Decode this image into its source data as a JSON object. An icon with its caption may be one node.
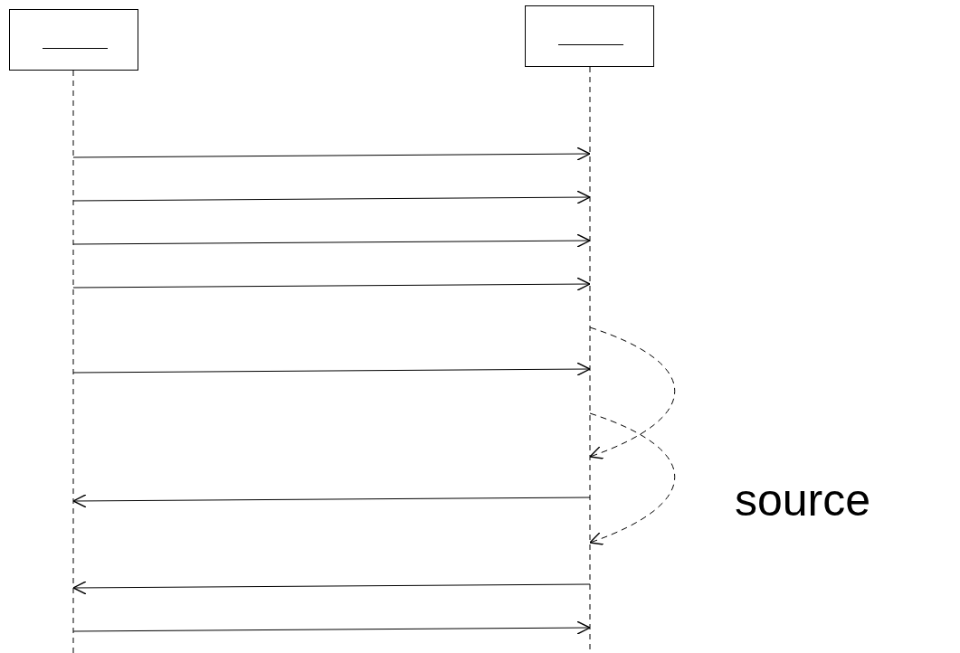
{
  "diagram": {
    "nodes": [
      {
        "text": [],
        "shape": "box"
      },
      {
        "text": [],
        "shape": "box"
      }
    ],
    "edges": [
      {
        "from": 0,
        "to": 1,
        "arrow": "to"
      },
      {
        "from": 0,
        "to": 1,
        "arrow": "to"
      },
      {
        "from": 0,
        "to": 1,
        "arrow": "to"
      },
      {
        "from": 0,
        "to": 1,
        "arrow": "to"
      },
      {
        "from": 1,
        "to": 1,
        "arrow": "to",
        "style": "dashed"
      },
      {
        "from": 0,
        "to": 1,
        "arrow": "to"
      },
      {
        "from": 1,
        "to": 1,
        "arrow": "to",
        "style": "dashed"
      },
      {
        "from": 1,
        "to": 0,
        "arrow": "to"
      },
      {
        "from": 1,
        "to": 0,
        "arrow": "to"
      },
      {
        "from": 0,
        "to": 1,
        "arrow": "to"
      }
    ],
    "labels": [
      "source"
    ]
  }
}
